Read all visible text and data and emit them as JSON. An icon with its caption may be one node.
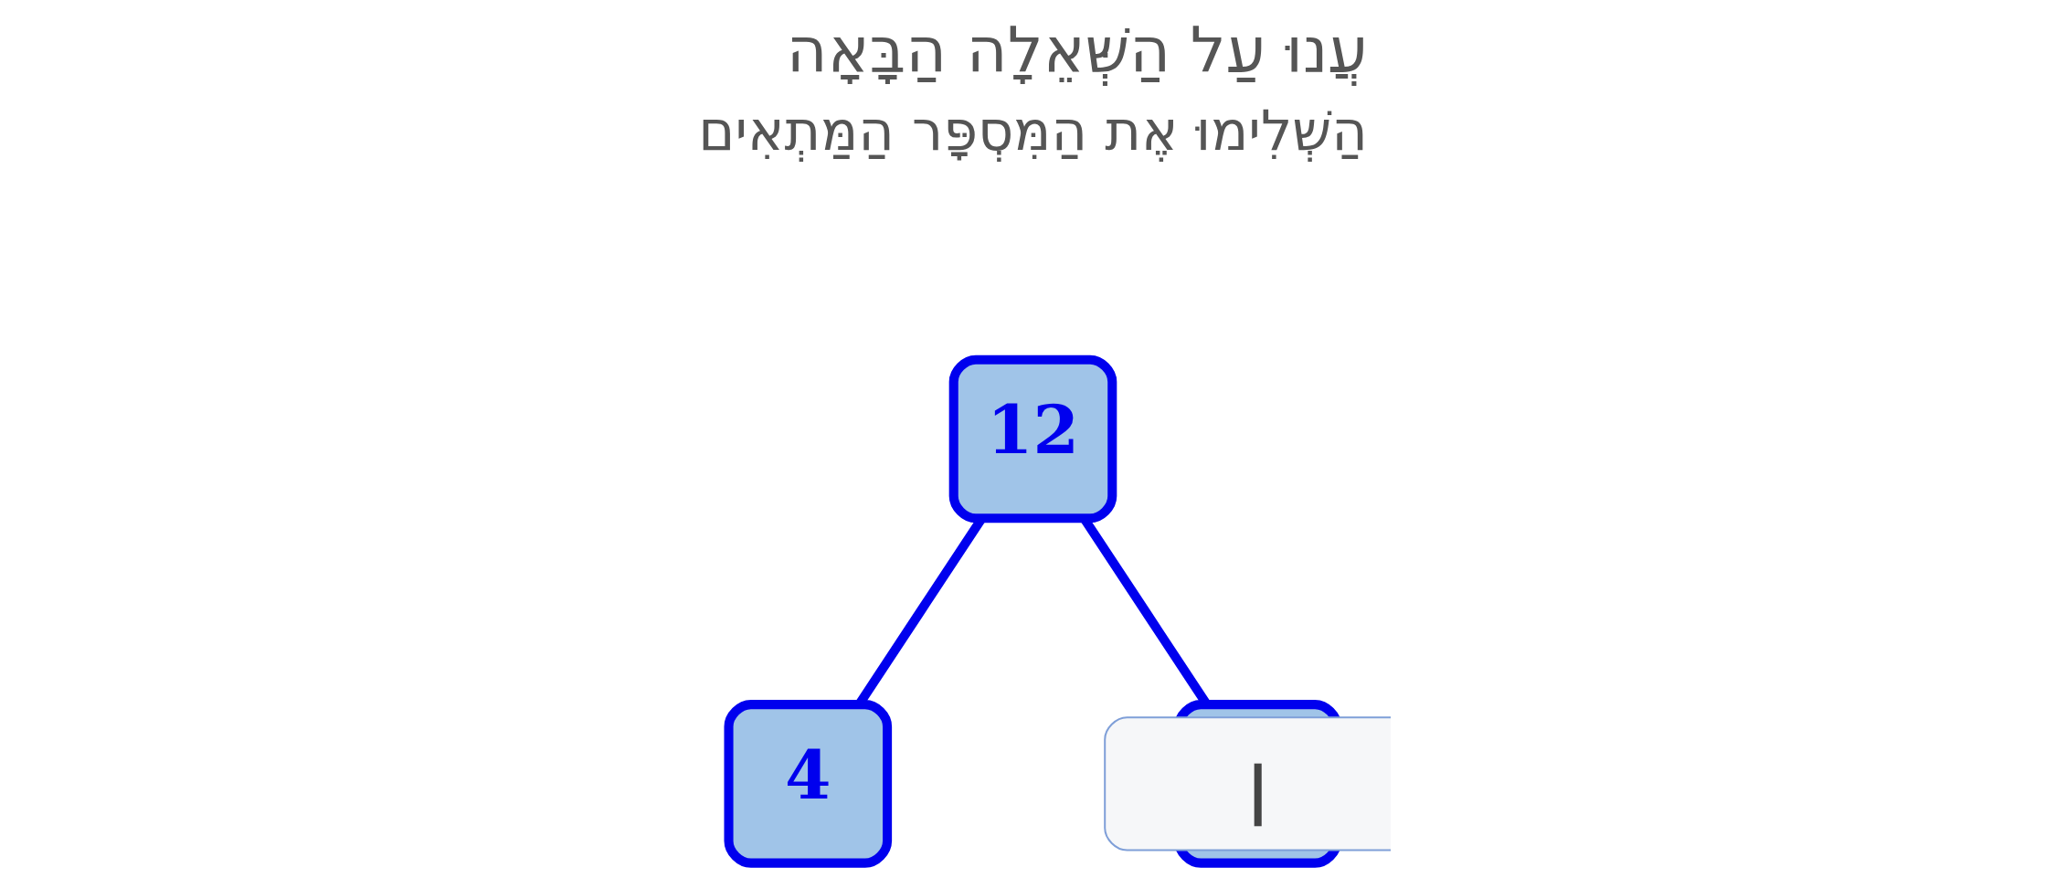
{
  "diagram": {
    "title": "עֲנוּ עַל הַשְּׁאֵלָה הַבָּאָה",
    "nodes": [
      {
        "text": [
          "12"
        ]
      },
      {
        "text": [
          "4"
        ]
      },
      {
        "text": [],
        "shape": "box"
      }
    ],
    "edges": [
      {
        "from": 0,
        "to": 1,
        "arrow": "none"
      },
      {
        "from": 0,
        "to": 2,
        "arrow": "none"
      }
    ],
    "labels": [
      "הַשְׁלִימוּ אֶת הַמִּסְפָּר הַמַּתְאִים"
    ]
  }
}
